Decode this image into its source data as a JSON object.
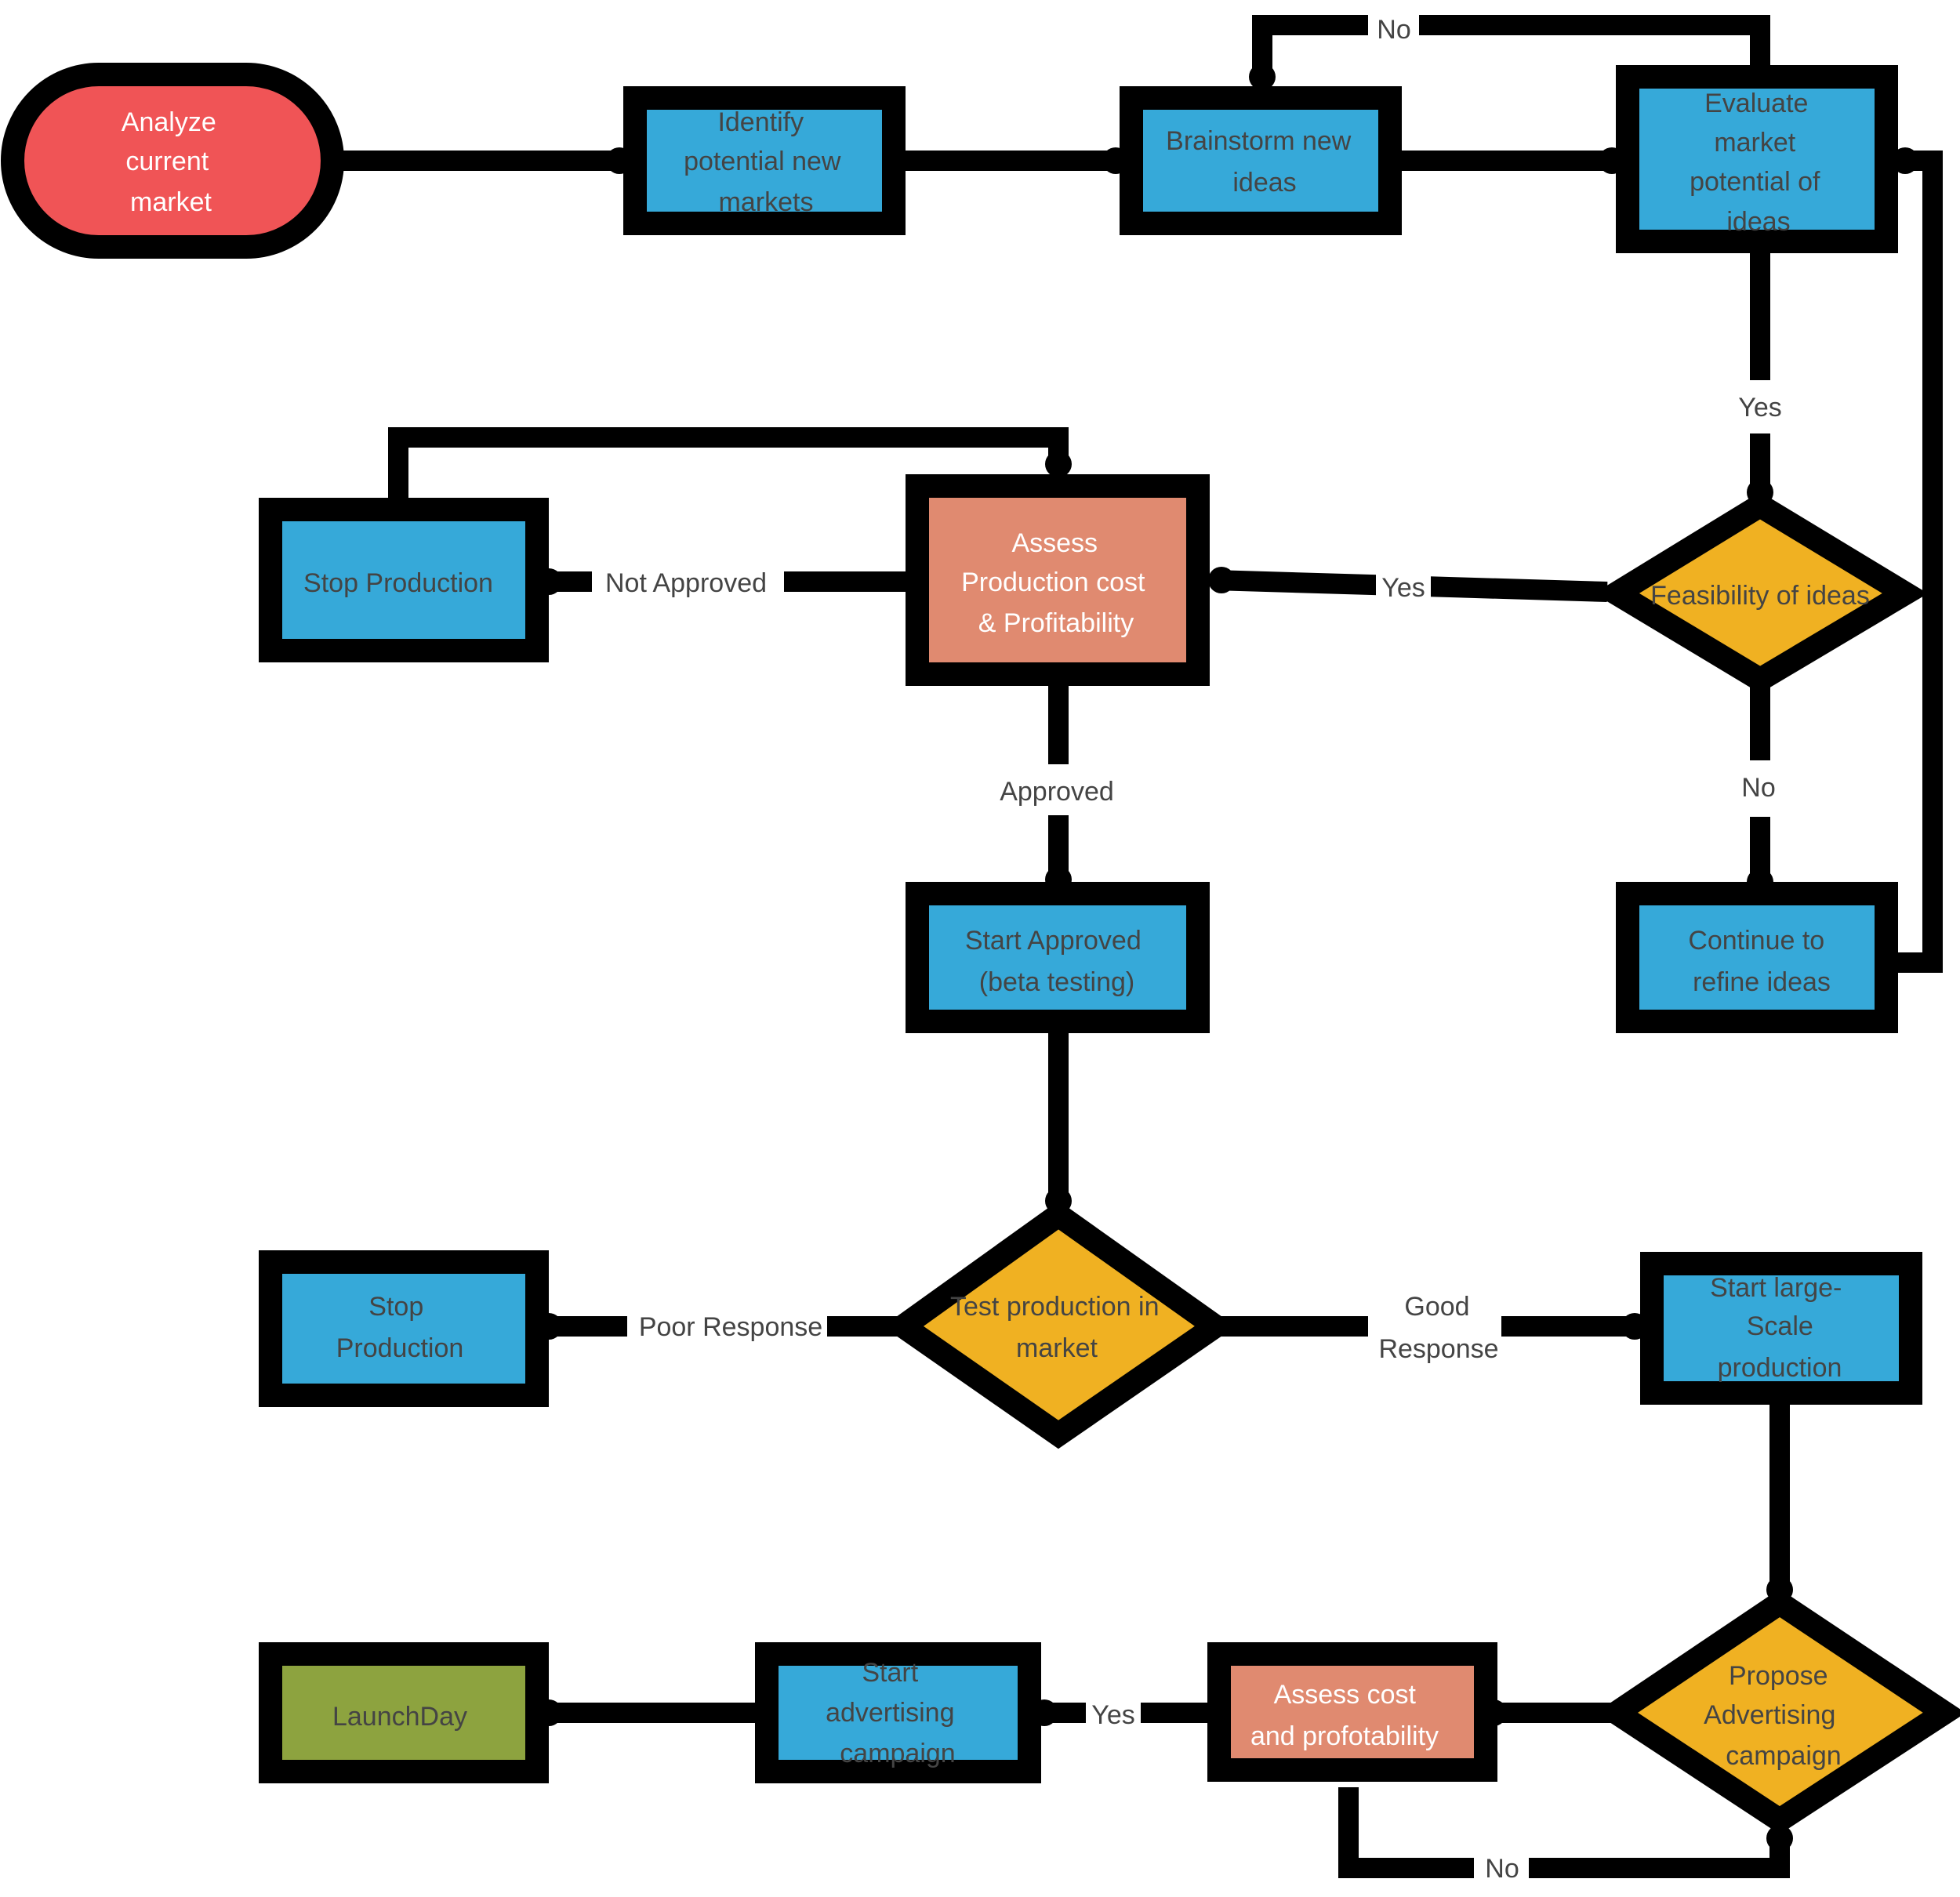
{
  "colors": {
    "terminal": "#f05456",
    "process": "#36a9d9",
    "highlight": "#e08a70",
    "decision": "#f0b122",
    "launch": "#8da33f",
    "stroke": "#000000",
    "white_text": "#ffffff",
    "dark_text": "#444444"
  },
  "nodes": {
    "analyze": [
      "Analyze",
      "current",
      "market"
    ],
    "identify": [
      "Identify",
      "potential new",
      "markets"
    ],
    "brainstorm": [
      "Brainstorm new",
      "ideas"
    ],
    "evaluate": [
      "Evaluate",
      "market",
      "potential of",
      "ideas"
    ],
    "feasibility": [
      "Feasibility of ideas"
    ],
    "refine": [
      "Continue to",
      "refine ideas"
    ],
    "assess_prod": [
      "Assess",
      "Production cost",
      "& Profitability"
    ],
    "stop1": [
      "Stop Production"
    ],
    "beta": [
      "Start Approved",
      "(beta testing)"
    ],
    "test": [
      "Test production in",
      "market"
    ],
    "stop2": [
      "Stop",
      "Production"
    ],
    "largescale": [
      "Start large-",
      "Scale",
      "production"
    ],
    "propose": [
      "Propose",
      "Advertising",
      "campaign"
    ],
    "assess_cost": [
      "Assess cost",
      "and profotability"
    ],
    "advertising": [
      "Start",
      "advertising",
      "campaign"
    ],
    "launch": [
      "LaunchDay"
    ]
  },
  "edge_labels": {
    "brainstorm_no": [
      "No"
    ],
    "evaluate_yes": [
      "Yes"
    ],
    "feasibility_yes": [
      "Yes"
    ],
    "feasibility_no": [
      "No"
    ],
    "not_approved": [
      "Not Approved"
    ],
    "approved": [
      "Approved"
    ],
    "poor_response": [
      "Poor Response"
    ],
    "good_response": [
      "Good",
      "Response"
    ],
    "cost_yes": [
      "Yes"
    ],
    "cost_no": [
      "No"
    ]
  }
}
